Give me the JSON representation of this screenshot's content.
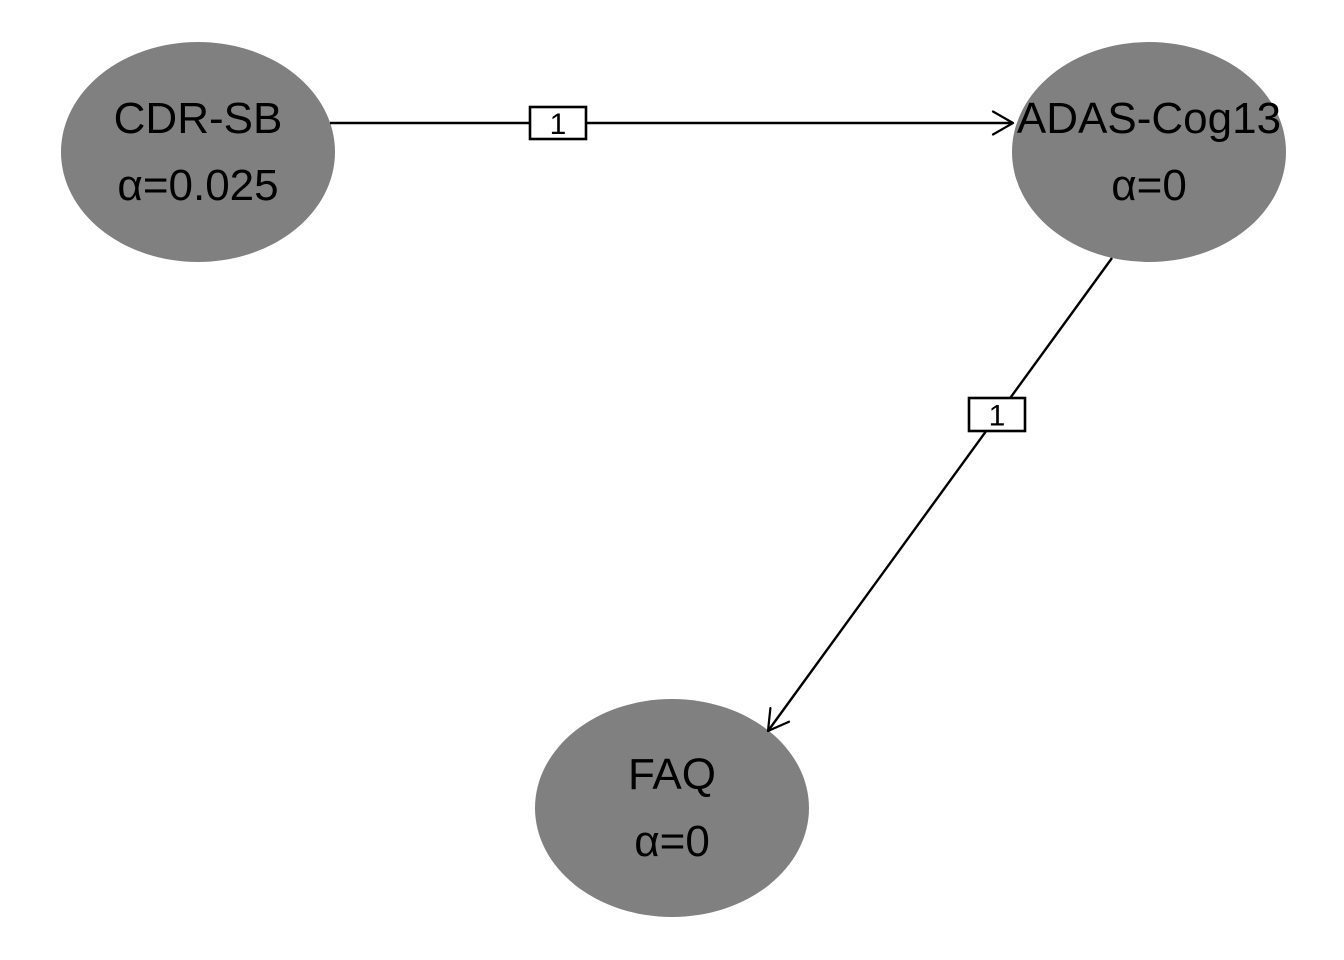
{
  "diagram": {
    "type": "directed-graph",
    "nodes": [
      {
        "id": "cdr-sb",
        "label": "CDR-SB",
        "alpha_label": "α=0.025"
      },
      {
        "id": "adas-cog13",
        "label": "ADAS-Cog13",
        "alpha_label": "α=0"
      },
      {
        "id": "faq",
        "label": "FAQ",
        "alpha_label": "α=0"
      }
    ],
    "edges": [
      {
        "from": "CDR-SB",
        "to": "ADAS-Cog13",
        "weight_label": "1"
      },
      {
        "from": "ADAS-Cog13",
        "to": "FAQ",
        "weight_label": "1"
      }
    ],
    "colors": {
      "background": "#ffffff",
      "node_fill": "#808080",
      "node_text": "#000000",
      "edge_stroke": "#000000",
      "edge_label_box_fill": "#ffffff",
      "edge_label_box_border": "#000000"
    }
  }
}
